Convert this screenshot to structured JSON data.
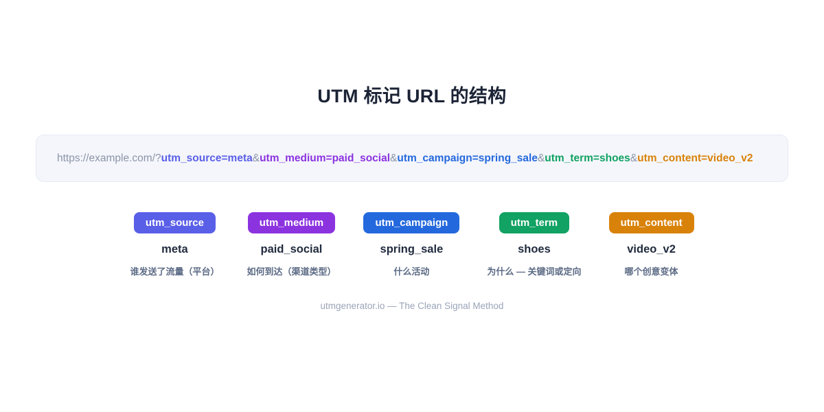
{
  "page": {
    "title": "UTM 标记 URL 的结构",
    "footer": "utmgenerator.io — The Clean Signal Method"
  },
  "url_bar": {
    "base": "https://example.com/?",
    "separator": "&",
    "base_color": "#8b94a7",
    "segments": [
      {
        "text": "utm_source=meta",
        "color": "#5a5fe8"
      },
      {
        "text": "utm_medium=paid_social",
        "color": "#8c33e0"
      },
      {
        "text": "utm_campaign=spring_sale",
        "color": "#2468dd"
      },
      {
        "text": "utm_term=shoes",
        "color": "#12a263"
      },
      {
        "text": "utm_content=video_v2",
        "color": "#d9820a"
      }
    ]
  },
  "params": [
    {
      "name": "utm_source",
      "value": "meta",
      "description": "谁发送了流量（平台）",
      "color": "#5a5fe8"
    },
    {
      "name": "utm_medium",
      "value": "paid_social",
      "description": "如何到达（渠道类型）",
      "color": "#8c33e0"
    },
    {
      "name": "utm_campaign",
      "value": "spring_sale",
      "description": "什么活动",
      "color": "#2468dd"
    },
    {
      "name": "utm_term",
      "value": "shoes",
      "description": "为什么 — 关键词或定向",
      "color": "#12a263"
    },
    {
      "name": "utm_content",
      "value": "video_v2",
      "description": "哪个创意变体",
      "color": "#d9820a"
    }
  ]
}
